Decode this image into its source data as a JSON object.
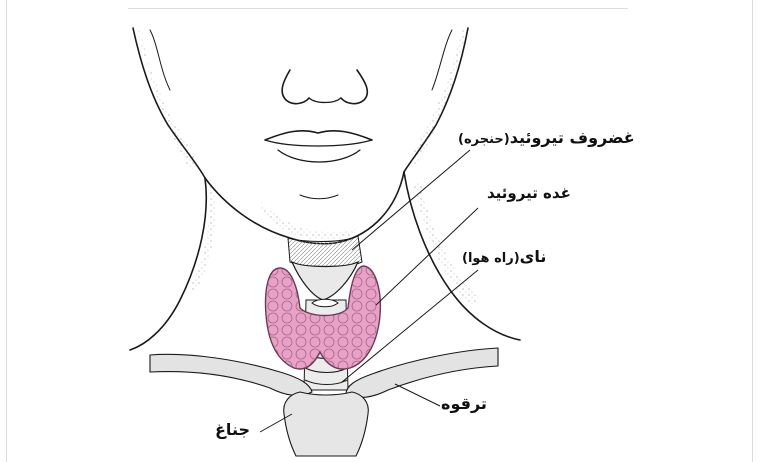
{
  "labels": {
    "thyroid_cartilage": "غضروف تیروئید",
    "thyroid_cartilage_note": "(حنجره)",
    "thyroid_gland": "غده تیروئید",
    "trachea": "نای",
    "trachea_note": "(راه هوا)",
    "clavicle": "ترقوه",
    "sternum": "جناغ"
  },
  "colors": {
    "thyroid": "#e9a2c7",
    "thyroid_outline": "#6a3a55",
    "bone": "#e3e3e3",
    "line": "#1a1a1a"
  }
}
